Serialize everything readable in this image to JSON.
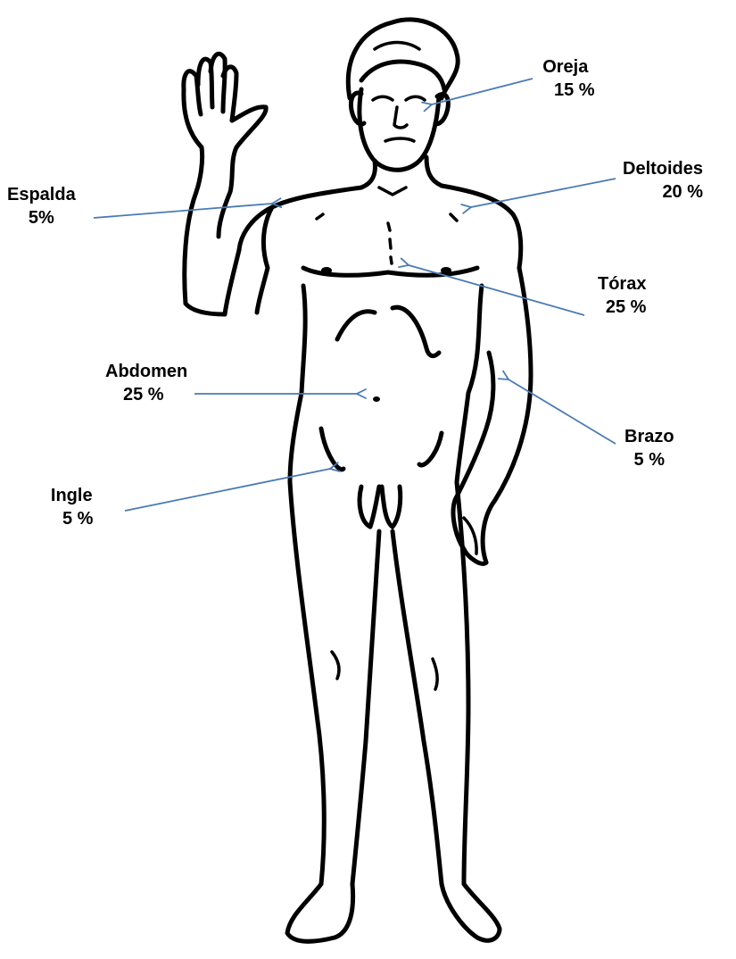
{
  "labels": {
    "oreja": {
      "name": "Oreja",
      "pct": "15 %"
    },
    "deltoides": {
      "name": "Deltoides",
      "pct": "20 %"
    },
    "espalda": {
      "name": "Espalda",
      "pct": "5%"
    },
    "torax": {
      "name": "Tórax",
      "pct": "25 %"
    },
    "abdomen": {
      "name": "Abdomen",
      "pct": "25 %"
    },
    "brazo": {
      "name": "Brazo",
      "pct": "5 %"
    },
    "ingle": {
      "name": "Ingle",
      "pct": "5 %"
    }
  },
  "colors": {
    "arrow": "#4a7ab5",
    "outline": "#000000",
    "text": "#000000"
  }
}
